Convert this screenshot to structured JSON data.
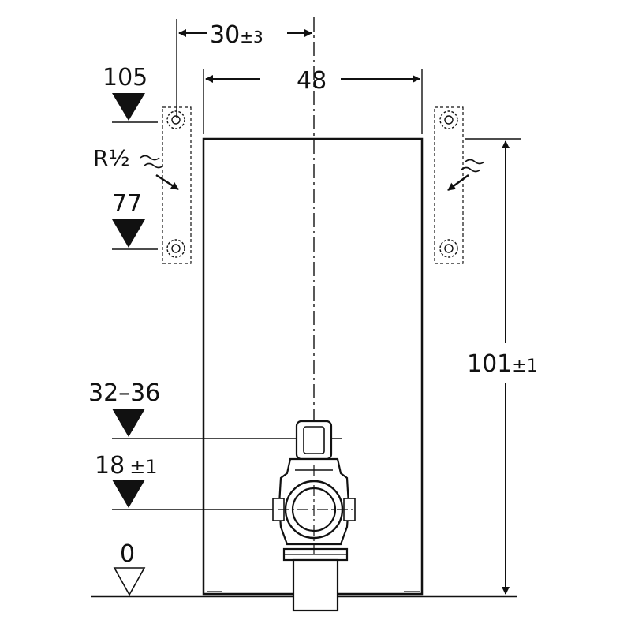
{
  "dimensions": {
    "top_offset": {
      "value": "30",
      "tolerance": "±3"
    },
    "width": {
      "value": "48"
    },
    "total_height": {
      "value": "101",
      "tolerance": "±1"
    },
    "upper_connection_height": {
      "value": "105"
    },
    "lower_connection_height": {
      "value": "77"
    },
    "thread_size": {
      "value": "R½"
    },
    "drain_upper_height": {
      "value": "32–36"
    },
    "drain_center_height": {
      "value": "18",
      "tolerance": "±1"
    },
    "floor_level": {
      "value": "0"
    }
  },
  "colors": {
    "line": "#111111",
    "fill": "#ffffff"
  }
}
